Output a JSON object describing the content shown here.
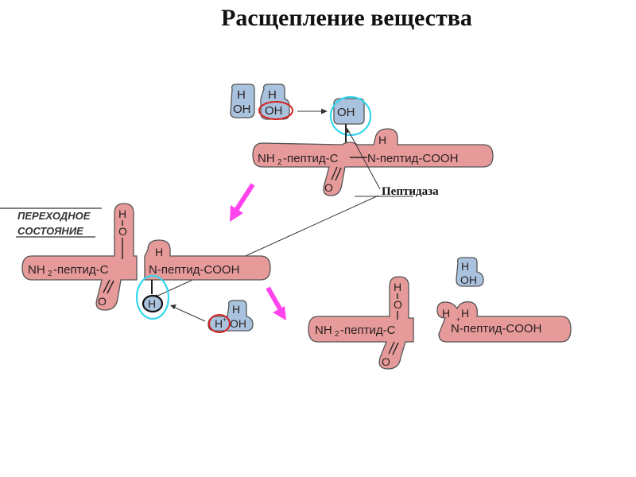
{
  "title": "Расщепление вещества",
  "enzyme_label": "Пептидаза",
  "transition_label_line1": "ПЕРЕХОДНОЕ",
  "transition_label_line2": "СОСТОЯНИЕ",
  "h": "H",
  "oh": "OH",
  "o": "O",
  "nh2": "NH",
  "two": "2",
  "peptide_c": "-пептид-C",
  "n_peptide_cooh": "N-пептид-COOH",
  "h_plus": "+",
  "colors": {
    "protein": "#e69a9a",
    "protein_stroke": "#555555",
    "water": "#a9c3de",
    "water_stroke": "#555555",
    "cyan": "#36d6ee",
    "red": "#d62020",
    "arrow": "#ff44ee"
  }
}
